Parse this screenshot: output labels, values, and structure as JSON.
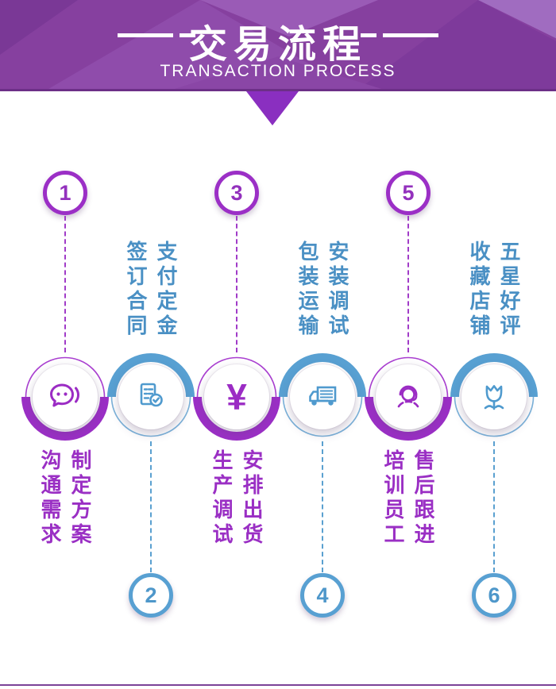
{
  "header": {
    "title": "交易流程",
    "subtitle": "TRANSACTION PROCESS"
  },
  "colors": {
    "banner_purple": "#86409f",
    "pointer_purple": "#8a2fc0",
    "step_purple": "#9b2fc6",
    "step_blue": "#58a0d2",
    "label_purple_text": "#9a2fc4",
    "label_blue_text": "#4a90c4",
    "bottom_line": "#7b4397"
  },
  "steps": [
    {
      "num": "1",
      "color": "purple",
      "icon": "chat-bubble-icon",
      "label": "制定方案\n沟通需求",
      "label_position": "below"
    },
    {
      "num": "2",
      "color": "blue",
      "icon": "contract-check-icon",
      "label": "支付定金\n签订合同",
      "label_position": "above"
    },
    {
      "num": "3",
      "color": "purple",
      "icon": "yuan-currency-icon",
      "icon_glyph": "¥",
      "label": "安排出货\n生产调试",
      "label_position": "below"
    },
    {
      "num": "4",
      "color": "blue",
      "icon": "delivery-truck-icon",
      "label": "安装调试\n包装运输",
      "label_position": "above"
    },
    {
      "num": "5",
      "color": "purple",
      "icon": "customer-service-icon",
      "label": "售后跟进\n培训员工",
      "label_position": "below"
    },
    {
      "num": "6",
      "color": "blue",
      "icon": "flower-icon",
      "label": "五星好评\n收藏店铺",
      "label_position": "above"
    }
  ]
}
